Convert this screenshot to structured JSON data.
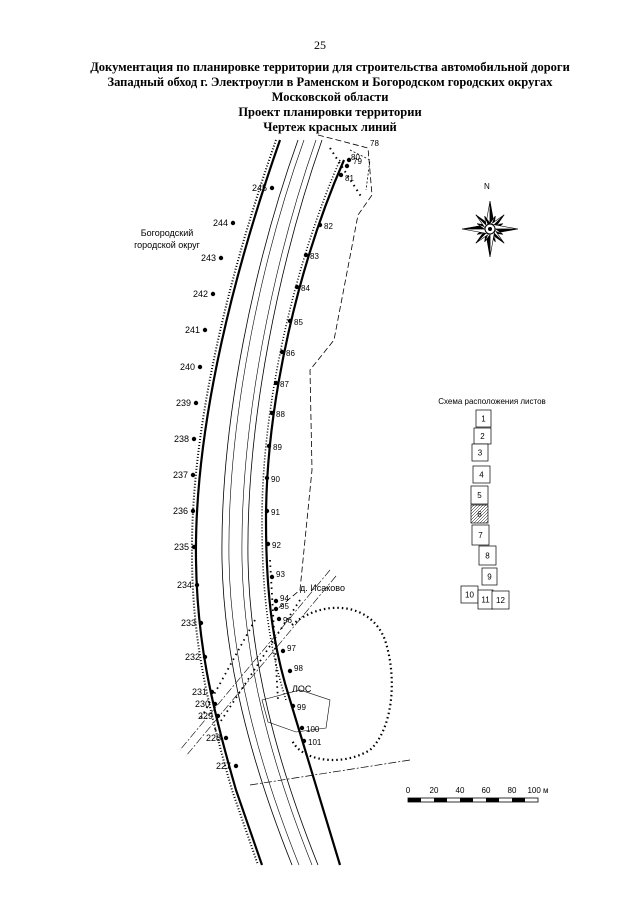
{
  "page_number": "25",
  "title_lines": [
    "Документация по планировке территории для строительства автомобильной дороги",
    "Западный обход г. Электроугли в Раменском и Богородском городских округах",
    "Московской области",
    "Проект планировки территории",
    "Чертеж красных линий"
  ],
  "map": {
    "region_label_line1": "Богородский",
    "region_label_line2": "городской округ",
    "village_label": "д. Исаково",
    "facility_label": "ЛОС",
    "north_label": "N",
    "right_line_points": [
      "78",
      "79",
      "80",
      "81",
      "82",
      "83",
      "84",
      "85",
      "86",
      "87",
      "88",
      "89",
      "90",
      "91",
      "92",
      "93",
      "94",
      "95",
      "96",
      "97",
      "98",
      "99",
      "100",
      "101"
    ],
    "left_line_points": [
      "245",
      "244",
      "243",
      "242",
      "241",
      "240",
      "239",
      "238",
      "237",
      "236",
      "235",
      "234",
      "233",
      "232",
      "231",
      "230",
      "229",
      "228",
      "227"
    ]
  },
  "scale_bar": {
    "ticks": [
      "0",
      "20",
      "40",
      "60",
      "80",
      "100 м"
    ]
  },
  "sheet_scheme": {
    "title": "Схема расположения листов",
    "sheets": [
      "1",
      "2",
      "3",
      "4",
      "5",
      "6",
      "7",
      "8",
      "9",
      "10",
      "11",
      "12"
    ],
    "current_sheet": "6"
  }
}
